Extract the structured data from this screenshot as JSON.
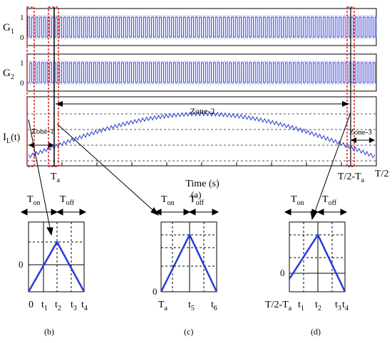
{
  "top": {
    "g1": {
      "name": "G",
      "sub": "1",
      "hi": "1",
      "lo": "0"
    },
    "g2": {
      "name": "G",
      "sub": "2",
      "hi": "1",
      "lo": "0"
    },
    "il": {
      "name": "I",
      "sub": "L",
      "arg": "(t)"
    },
    "zone1": "Zone-1",
    "zone2": "Zone-2",
    "zone3": "Zone-3",
    "ta": {
      "main": "T",
      "sub": "a"
    },
    "t2ta": {
      "main": "T/2-T",
      "sub": "a"
    },
    "thalf": "T/2",
    "xlabel": "Time (s)",
    "panel": "(a)"
  },
  "zoom_b": {
    "ton": {
      "main": "T",
      "sub": "on"
    },
    "toff": {
      "main": "T",
      "sub": "off"
    },
    "ylabel": "0",
    "ticks": [
      {
        "main": "0",
        "sub": ""
      },
      {
        "main": "t",
        "sub": "1"
      },
      {
        "main": "t",
        "sub": "2"
      },
      {
        "main": "t",
        "sub": "3"
      },
      {
        "main": "t",
        "sub": "4"
      }
    ],
    "panel": "(b)"
  },
  "zoom_c": {
    "ton": {
      "main": "T",
      "sub": "on"
    },
    "toff": {
      "main": "T",
      "sub": "off"
    },
    "ylabel": "0",
    "ticks": [
      {
        "main": "T",
        "sub": "a"
      },
      {
        "main": "t",
        "sub": "5"
      },
      {
        "main": "t",
        "sub": "6"
      }
    ],
    "panel": "(c)"
  },
  "zoom_d": {
    "ton": {
      "main": "T",
      "sub": "on"
    },
    "toff": {
      "main": "T",
      "sub": "off"
    },
    "ylabel": "0",
    "ticks": [
      {
        "main": "T/2-T",
        "sub": "a"
      },
      {
        "main": "t",
        "sub": "1"
      },
      {
        "main": "t",
        "sub": "2"
      },
      {
        "main": "t",
        "sub": "3"
      },
      {
        "main": "t",
        "sub": "4"
      }
    ],
    "panel": "(d)"
  },
  "colors": {
    "signal": "#2b3bd6",
    "zone_border": "#e02020",
    "axis": "#000000",
    "grid": "#444444"
  }
}
